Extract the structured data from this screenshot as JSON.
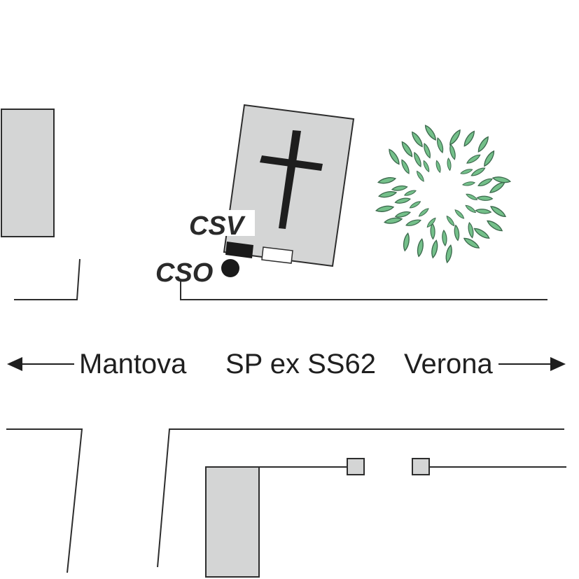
{
  "labels": {
    "west": "Mantova",
    "road": "SP ex SS62",
    "east": "Verona",
    "csv": "CSV",
    "cso": "CSO"
  },
  "icons": {
    "church": "cross-icon",
    "tree": "tree-icon",
    "arrow_left": "arrow-left-icon",
    "arrow_right": "arrow-right-icon",
    "cso_marker": "filled-circle-icon"
  },
  "colors": {
    "building": "#d4d5d5",
    "outline": "#2d2d2d",
    "tree_leaf": "#74c08a",
    "tree_outline": "#3d6b4e",
    "marker": "#1a1a1a"
  }
}
